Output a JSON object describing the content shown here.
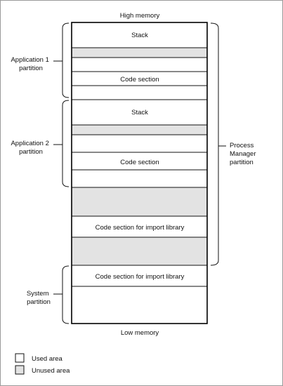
{
  "colors": {
    "used": "#ffffff",
    "unused": "#e3e3e3",
    "stroke": "#111111",
    "heavy_stroke": "#000000",
    "border": "#9a9a9a"
  },
  "labels": {
    "high_memory": "High memory",
    "low_memory": "Low memory",
    "stack": "Stack",
    "code_section": "Code section",
    "code_section_import": "Code section for import library"
  },
  "partitions": {
    "app1": [
      "Application 1",
      "partition"
    ],
    "app2": [
      "Application 2",
      "partition"
    ],
    "system": [
      "System",
      "partition"
    ],
    "process_manager": [
      "Process",
      "Manager",
      "partition"
    ]
  },
  "legend": {
    "used": "Used area",
    "unused": "Unused area"
  }
}
